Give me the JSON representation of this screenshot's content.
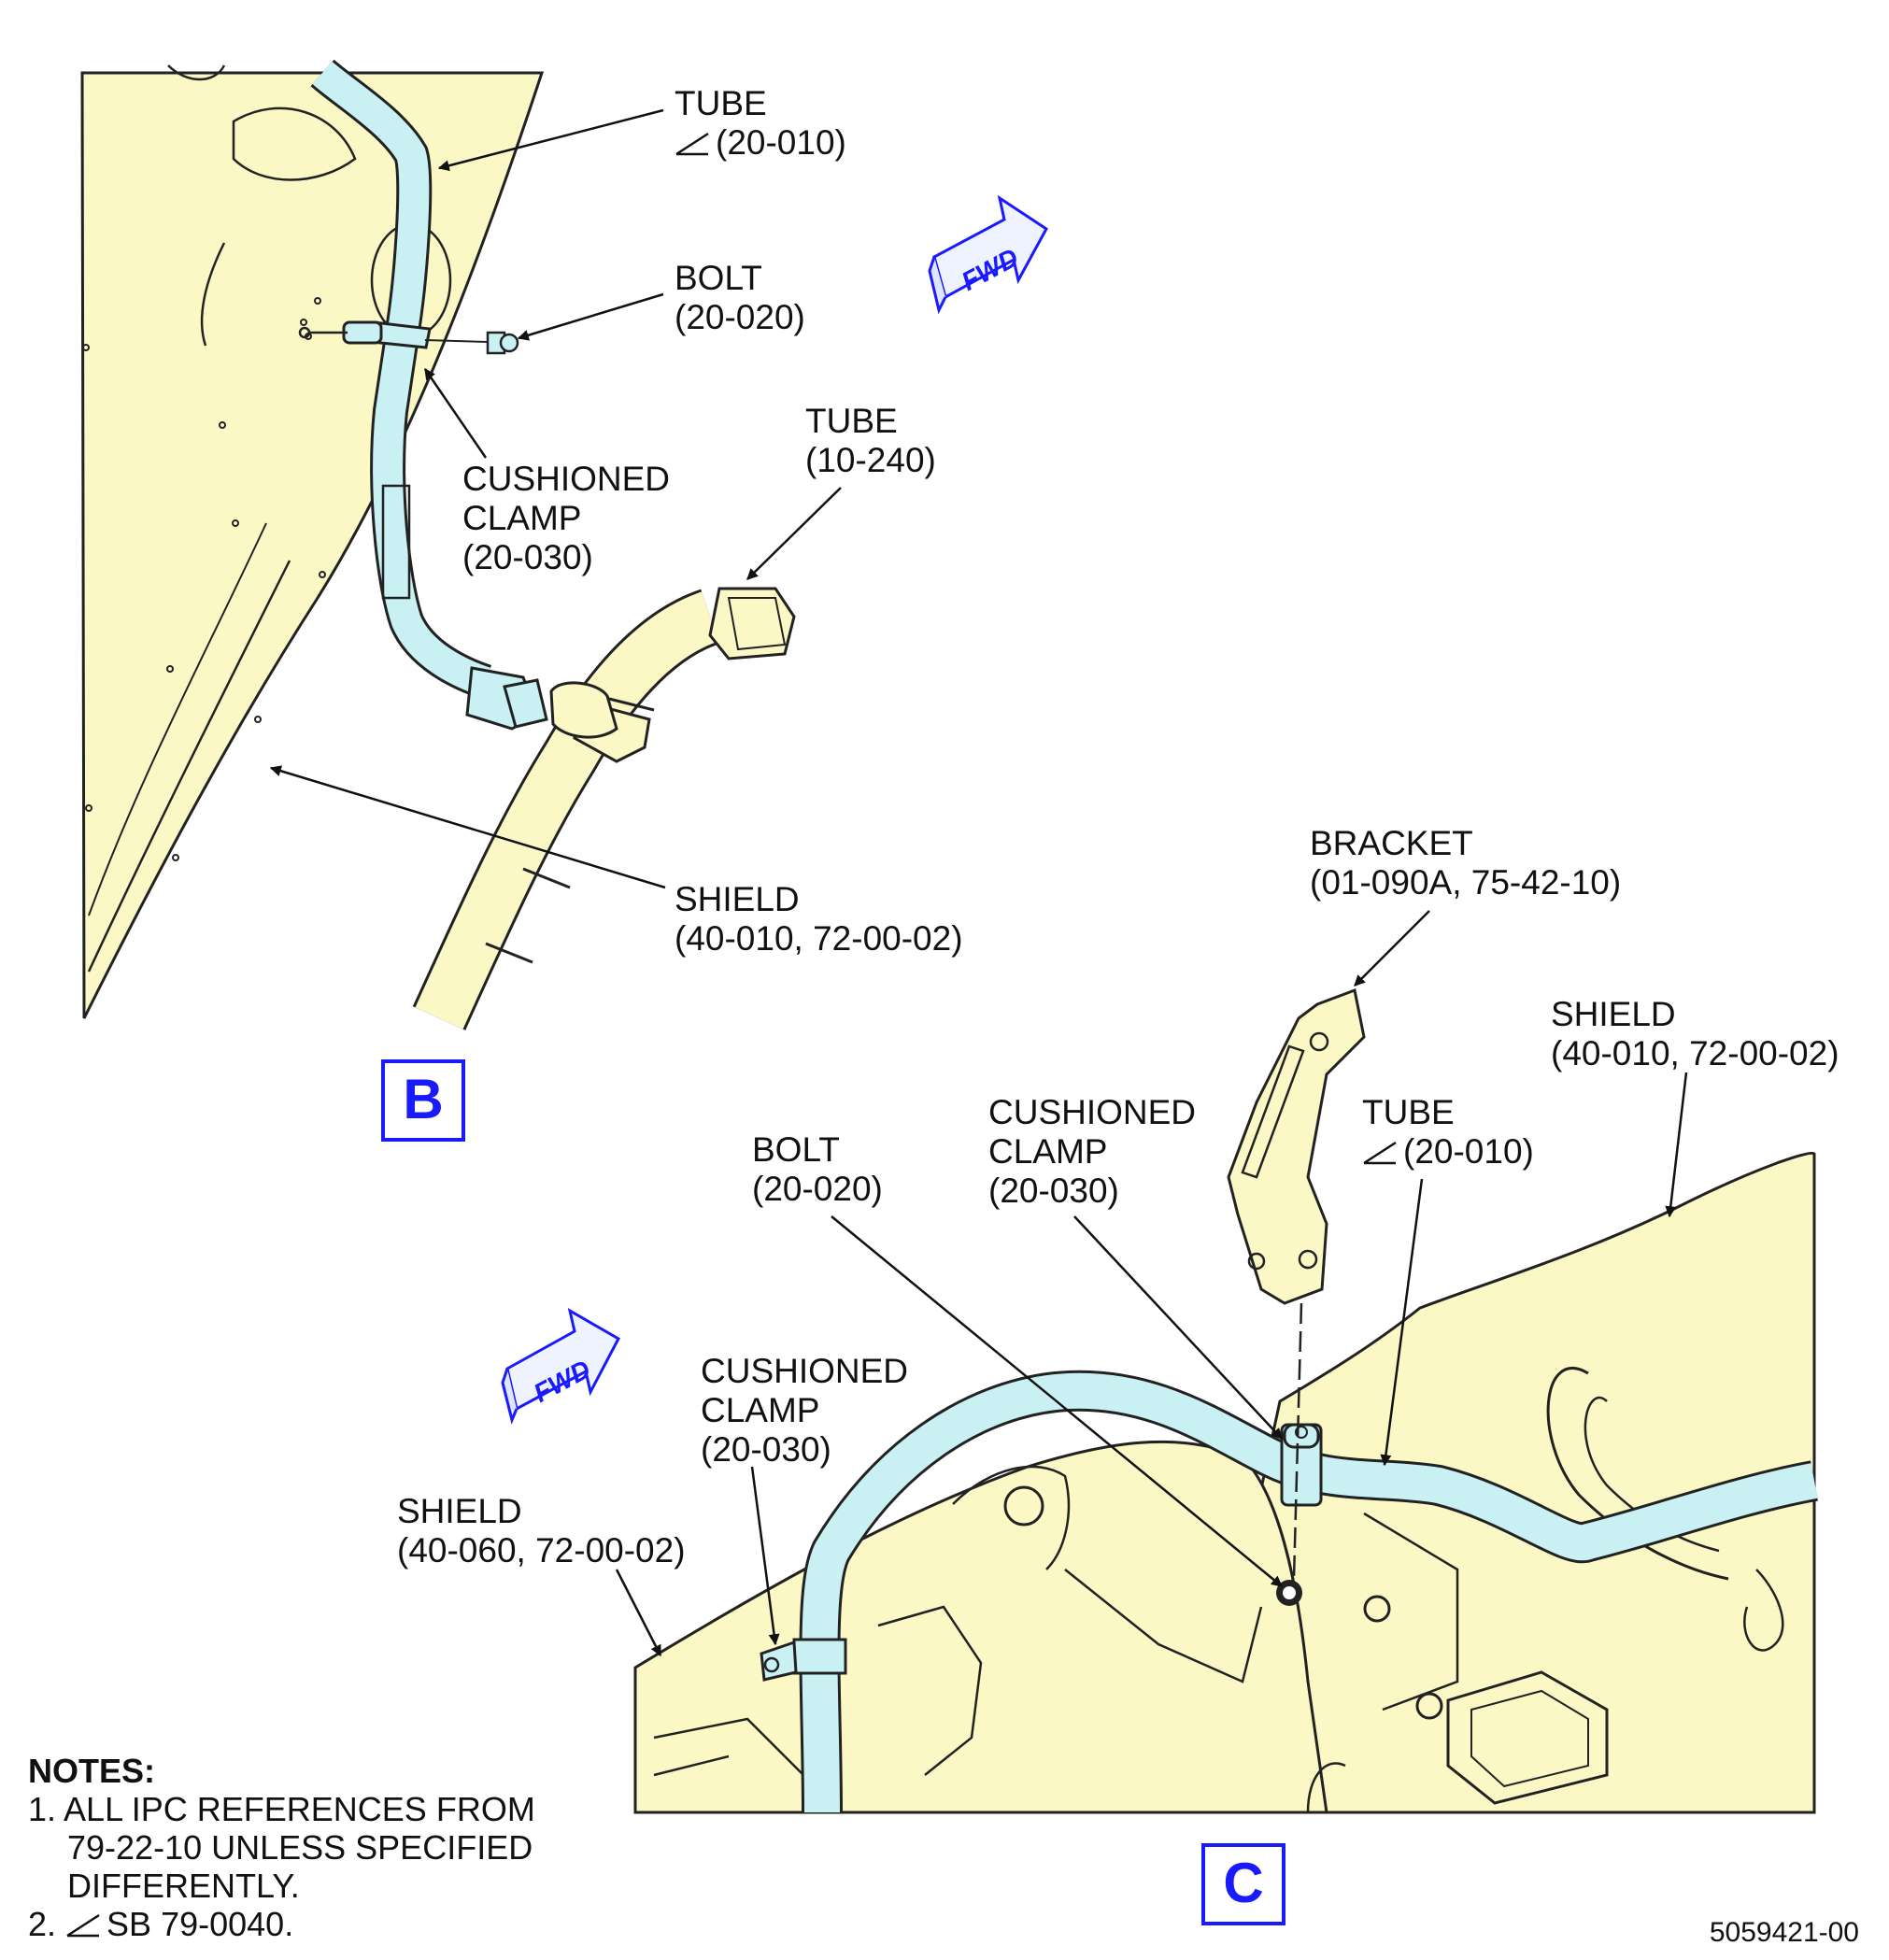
{
  "view_b": {
    "view_label": "B",
    "fwd_text": "FWD",
    "labels": {
      "tube_top": {
        "name": "TUBE",
        "ref": "(20-010)"
      },
      "bolt": {
        "name": "BOLT",
        "ref": "(20-020)"
      },
      "clamp": {
        "line1": "CUSHIONED",
        "line2": "CLAMP",
        "ref": "(20-030)"
      },
      "tube_mid": {
        "name": "TUBE",
        "ref": "(10-240)"
      },
      "shield": {
        "name": "SHIELD",
        "ref": "(40-010, 72-00-02)"
      }
    }
  },
  "view_c": {
    "view_label": "C",
    "fwd_text": "FWD",
    "labels": {
      "bracket": {
        "name": "BRACKET",
        "ref": "(01-090A, 75-42-10)"
      },
      "shield_right": {
        "name": "SHIELD",
        "ref": "(40-010, 72-00-02)"
      },
      "clamp_mid": {
        "line1": "CUSHIONED",
        "line2": "CLAMP",
        "ref": "(20-030)"
      },
      "tube": {
        "name": "TUBE",
        "ref": "(20-010)"
      },
      "bolt": {
        "name": "BOLT",
        "ref": "(20-020)"
      },
      "clamp_left": {
        "line1": "CUSHIONED",
        "line2": "CLAMP",
        "ref": "(20-030)"
      },
      "shield_left": {
        "name": "SHIELD",
        "ref": "(40-060, 72-00-02)"
      }
    }
  },
  "notes": {
    "heading": "NOTES:",
    "item1_num": "1.",
    "item1_line1": "ALL IPC REFERENCES FROM",
    "item1_line2": "79-22-10 UNLESS SPECIFIED",
    "item1_line3": "DIFFERENTLY.",
    "item2_num": "2.",
    "item2_text": "SB 79-0040."
  },
  "document_number": "5059421-00",
  "colors": {
    "shield_fill": "#fbf8c6",
    "tube_fill": "#c9f1f3",
    "accent_blue": "#1a1aff",
    "ink": "#111111"
  }
}
